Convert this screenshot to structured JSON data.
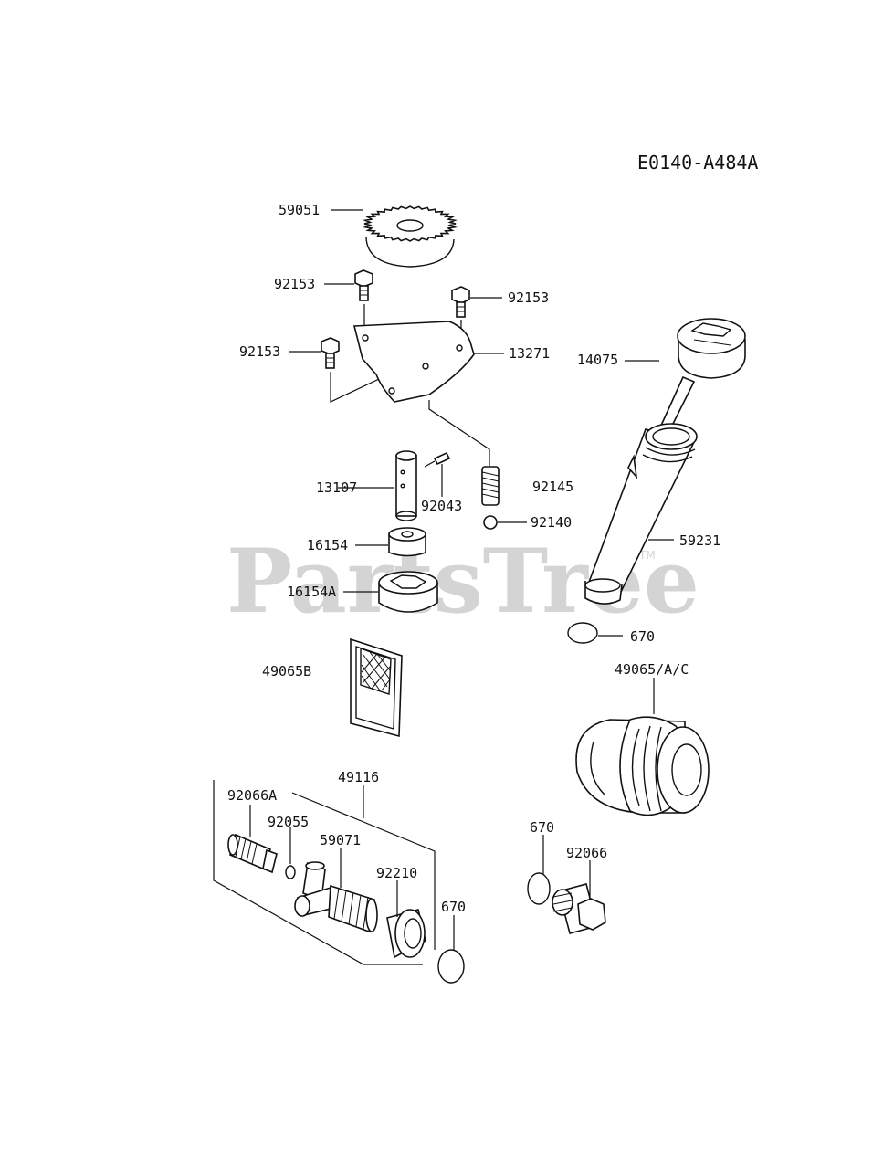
{
  "diagram_code": "E0140-A484A",
  "watermark": "PartsTree",
  "trademark": "TM",
  "parts": {
    "gear": "59051",
    "bolt_a": "92153",
    "bolt_b": "92153",
    "bolt_c": "92153",
    "plate": "13271",
    "dipstick_cap": "14075",
    "shaft": "13107",
    "pin": "92043",
    "spring": "92145",
    "ball": "92140",
    "inner_rotor": "16154",
    "outer_rotor": "16154A",
    "tube": "59231",
    "oring_tube": "670",
    "screen": "49065B",
    "oil_filter": "49065/A/C",
    "fitting_kit": "49116",
    "nipple": "92066A",
    "oring_small": "92055",
    "filter_body": "59071",
    "nut": "92210",
    "oring_bottom": "670",
    "oring_plug": "670",
    "drain_plug": "92066"
  }
}
